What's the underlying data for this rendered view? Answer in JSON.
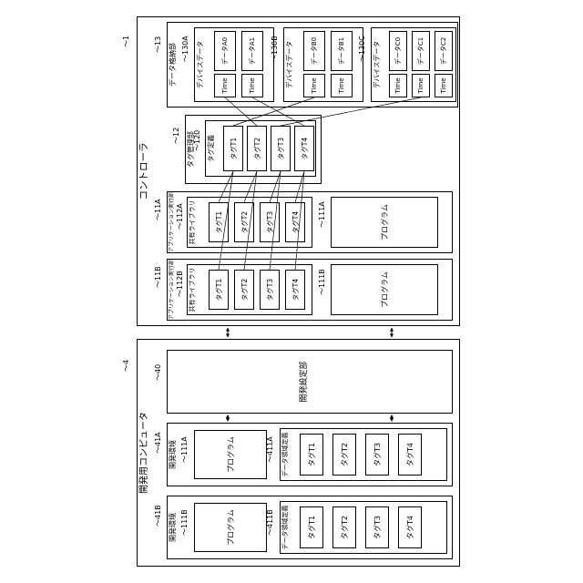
{
  "figure": {
    "tags": [
      "タグT1",
      "タグT2",
      "タグT3",
      "タグT4"
    ],
    "controller": {
      "ref": "〜1",
      "label": "コントローラ",
      "app_exec_B": {
        "ref": "〜11B",
        "label": "アプリケーション実行部",
        "shared_lib": {
          "ref": "〜112B",
          "label": "共有ライブラリ"
        },
        "program": {
          "ref": "〜111B",
          "label": "プログラム"
        }
      },
      "app_exec_A": {
        "ref": "〜11A",
        "label": "アプリケーション実行部",
        "shared_lib": {
          "ref": "〜112A",
          "label": "共有ライブラリ"
        },
        "program": {
          "ref": "〜111A",
          "label": "プログラム"
        }
      },
      "tag_manager": {
        "ref": "〜12",
        "label": "タグ管理部",
        "tag_def": {
          "ref": "〜120",
          "label": "タグ定義"
        }
      },
      "data_storage": {
        "ref": "〜13",
        "label": "データ格納部",
        "groups": [
          {
            "ref": "〜130A",
            "label": "デバイスデータ",
            "rows": [
              {
                "time": "Time",
                "name": "データA0"
              },
              {
                "time": "Time",
                "name": "データA1"
              }
            ]
          },
          {
            "ref": "〜130B",
            "label": "デバイスデータ",
            "rows": [
              {
                "time": "Time",
                "name": "データB0"
              },
              {
                "time": "Time",
                "name": "データB1"
              }
            ]
          },
          {
            "ref": "〜130C",
            "label": "デバイスデータ",
            "rows": [
              {
                "time": "Time",
                "name": "データC0"
              },
              {
                "time": "Time",
                "name": "データC1"
              },
              {
                "time": "Time",
                "name": "データC2"
              }
            ]
          }
        ]
      }
    },
    "dev_computer": {
      "ref": "〜4",
      "label": "開発用コンピュータ",
      "dev_config": {
        "ref": "〜40",
        "label": "開発設定部"
      },
      "dev_env_B": {
        "ref": "〜41B",
        "label": "開発環境",
        "program": {
          "ref": "〜111B",
          "label": "プログラム"
        },
        "data_area_def": {
          "ref": "〜411B",
          "label": "データ領域定義"
        }
      },
      "dev_env_A": {
        "ref": "〜41A",
        "label": "開発環境",
        "program": {
          "ref": "〜111A",
          "label": "プログラム"
        },
        "data_area_def": {
          "ref": "〜411A",
          "label": "データ領域定義"
        }
      }
    },
    "connections": {
      "tag_def_to_device_data": [
        {
          "from": "タグT1",
          "to": "データB0"
        },
        {
          "from": "タグT2",
          "to": "データA0"
        },
        {
          "from": "タグT3",
          "to": "データC1"
        },
        {
          "from": "タグT4",
          "to": "データA1"
        }
      ],
      "tag_def_to_shared_lib_A": [
        "タグT1",
        "タグT2",
        "タグT3",
        "タグT4"
      ],
      "tag_def_to_shared_lib_B": [
        "タグT1",
        "タグT2",
        "タグT3",
        "タグT4"
      ],
      "double_arrows": [
        "開発用コンピュータ↔コントローラ",
        "開発用コンピュータ↔コントローラ",
        "開発環境41A↔開発設定部",
        "開発環境41A↔開発設定部"
      ]
    }
  }
}
